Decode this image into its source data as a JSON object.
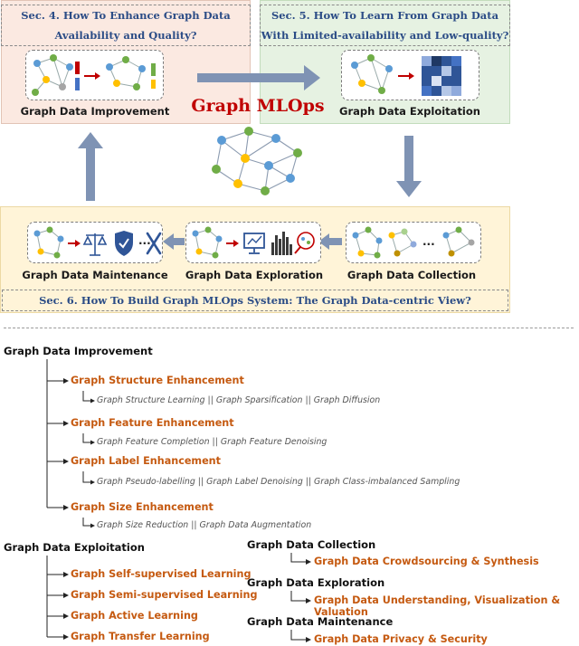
{
  "sections": {
    "sec4_line1": "Sec. 4. How To Enhance Graph Data",
    "sec4_line2": "Availability and Quality?",
    "sec5_line1": "Sec. 5. How To Learn From Graph Data",
    "sec5_line2": "With Limited-availability and Low-quality?",
    "sec6": "Sec. 6. How To Build Graph MLOps System: The Graph Data-centric View?"
  },
  "center_title": "Graph MLOps",
  "stages": {
    "improvement": "Graph Data Improvement",
    "exploitation": "Graph Data Exploitation",
    "maintenance": "Graph Data Maintenance",
    "exploration": "Graph Data Exploration",
    "collection": "Graph Data Collection"
  },
  "colors": {
    "sec4_bg": "#fbe9e1",
    "sec5_bg": "#e6f2e2",
    "sec6_bg": "#fff4d8",
    "arrow": "#7f93b4",
    "title_red": "#c00000",
    "orange": "#c55a11",
    "section_blue": "#2b4c86"
  },
  "tree": {
    "improvement": {
      "title": "Graph Data Improvement",
      "items": [
        {
          "label": "Graph Structure Enhancement",
          "detail": "Graph Structure Learning || Graph Sparsification || Graph Diffusion"
        },
        {
          "label": "Graph Feature Enhancement",
          "detail": "Graph Feature Completion || Graph Feature Denoising"
        },
        {
          "label": "Graph Label Enhancement",
          "detail": "Graph Pseudo-labelling || Graph Label Denoising || Graph Class-imbalanced Sampling"
        },
        {
          "label": "Graph Size Enhancement",
          "detail": "Graph Size Reduction || Graph Data Augmentation"
        }
      ]
    },
    "exploitation": {
      "title": "Graph Data Exploitation",
      "items": [
        "Graph Self-supervised Learning",
        "Graph Semi-supervised Learning",
        "Graph Active Learning",
        "Graph Transfer Learning"
      ]
    },
    "collection": {
      "title": "Graph Data Collection",
      "item": "Graph Data Crowdsourcing & Synthesis"
    },
    "exploration": {
      "title": "Graph Data Exploration",
      "item": "Graph Data Understanding, Visualization & Valuation"
    },
    "maintenance": {
      "title": "Graph Data Maintenance",
      "item": "Graph Data Privacy & Security"
    }
  }
}
